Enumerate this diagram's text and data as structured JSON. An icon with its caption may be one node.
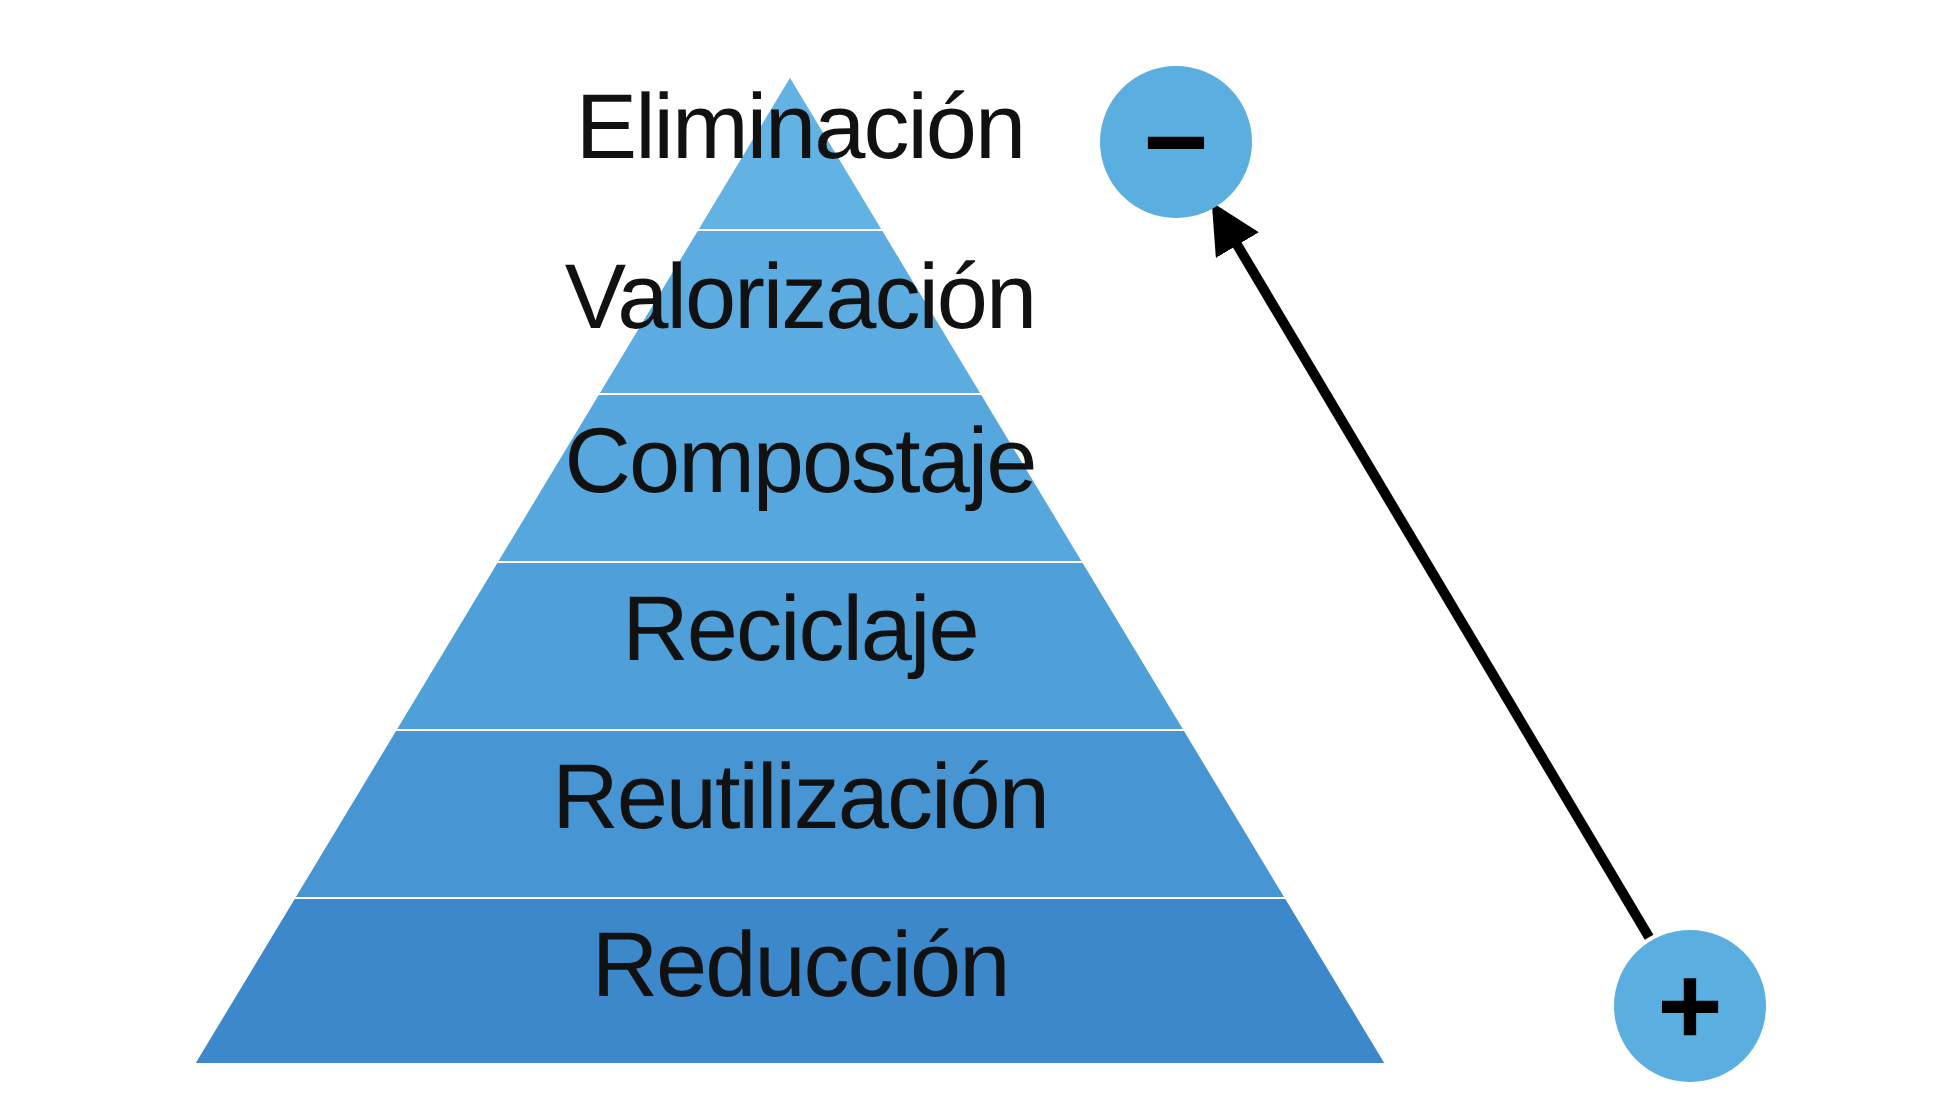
{
  "diagram": {
    "nodes": [
      {
        "text": [
          "Eliminación"
        ]
      },
      {
        "text": [
          "Valorización"
        ]
      },
      {
        "text": [
          "Compostaje"
        ]
      },
      {
        "text": [
          "Reciclaje"
        ]
      },
      {
        "text": [
          "Reutilización"
        ]
      },
      {
        "text": [
          "Reducción"
        ]
      },
      {
        "text": [
          "−"
        ]
      },
      {
        "text": [
          "+"
        ]
      }
    ],
    "edges": [
      {
        "from": 7,
        "to": 6,
        "arrow": "to"
      }
    ]
  }
}
